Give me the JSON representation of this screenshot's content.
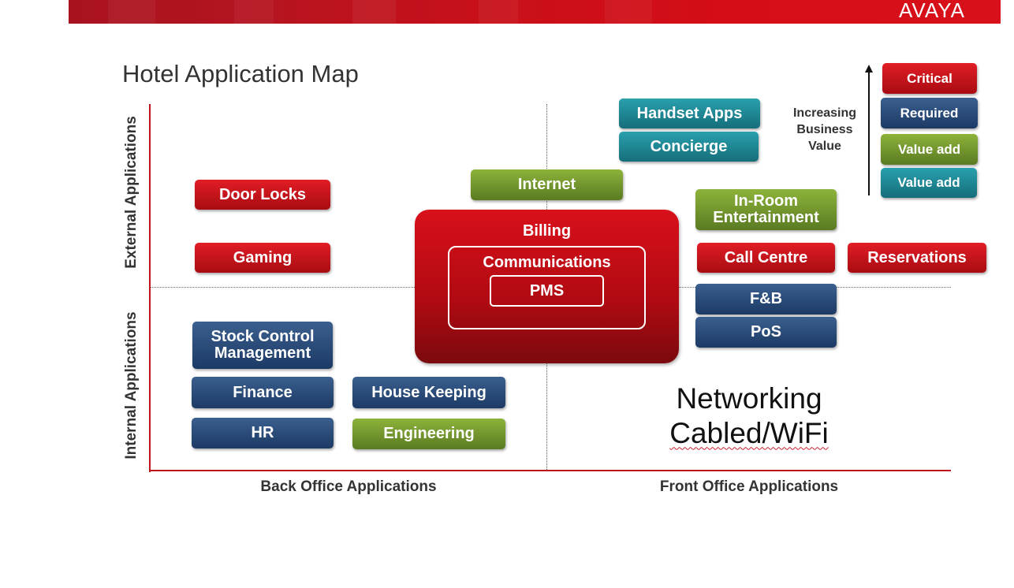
{
  "header": {
    "logo_text": "AVAYA",
    "brand_color": "#d40d16"
  },
  "title": "Hotel Application Map",
  "axes": {
    "y_top": "External Applications",
    "y_bottom": "Internal Applications",
    "x_left": "Back Office Applications",
    "x_right": "Front Office Applications"
  },
  "legend": {
    "caption_lines": [
      "Increasing",
      "Business",
      "Value"
    ],
    "items": [
      {
        "label": "Critical",
        "color": "#c8101a"
      },
      {
        "label": "Required",
        "color": "#2a4a78"
      },
      {
        "label": "Value add",
        "color": "#7a9a2e"
      },
      {
        "label": "Value add",
        "color": "#1f8a96"
      }
    ]
  },
  "core": {
    "outer": "Billing",
    "middle": "Communications",
    "inner": "PMS"
  },
  "apps": {
    "door_locks": "Door Locks",
    "gaming": "Gaming",
    "stock_control": "Stock Control Management",
    "finance": "Finance",
    "hr": "HR",
    "house_keeping": "House Keeping",
    "engineering": "Engineering",
    "internet": "Internet",
    "handset_apps": "Handset Apps",
    "concierge": "Concierge",
    "in_room": "In-Room Entertainment",
    "call_centre": "Call Centre",
    "reservations": "Reservations",
    "fnb": "F&B",
    "pos": "PoS"
  },
  "networking": {
    "line1": "Networking",
    "line2": "Cabled/WiFi"
  }
}
